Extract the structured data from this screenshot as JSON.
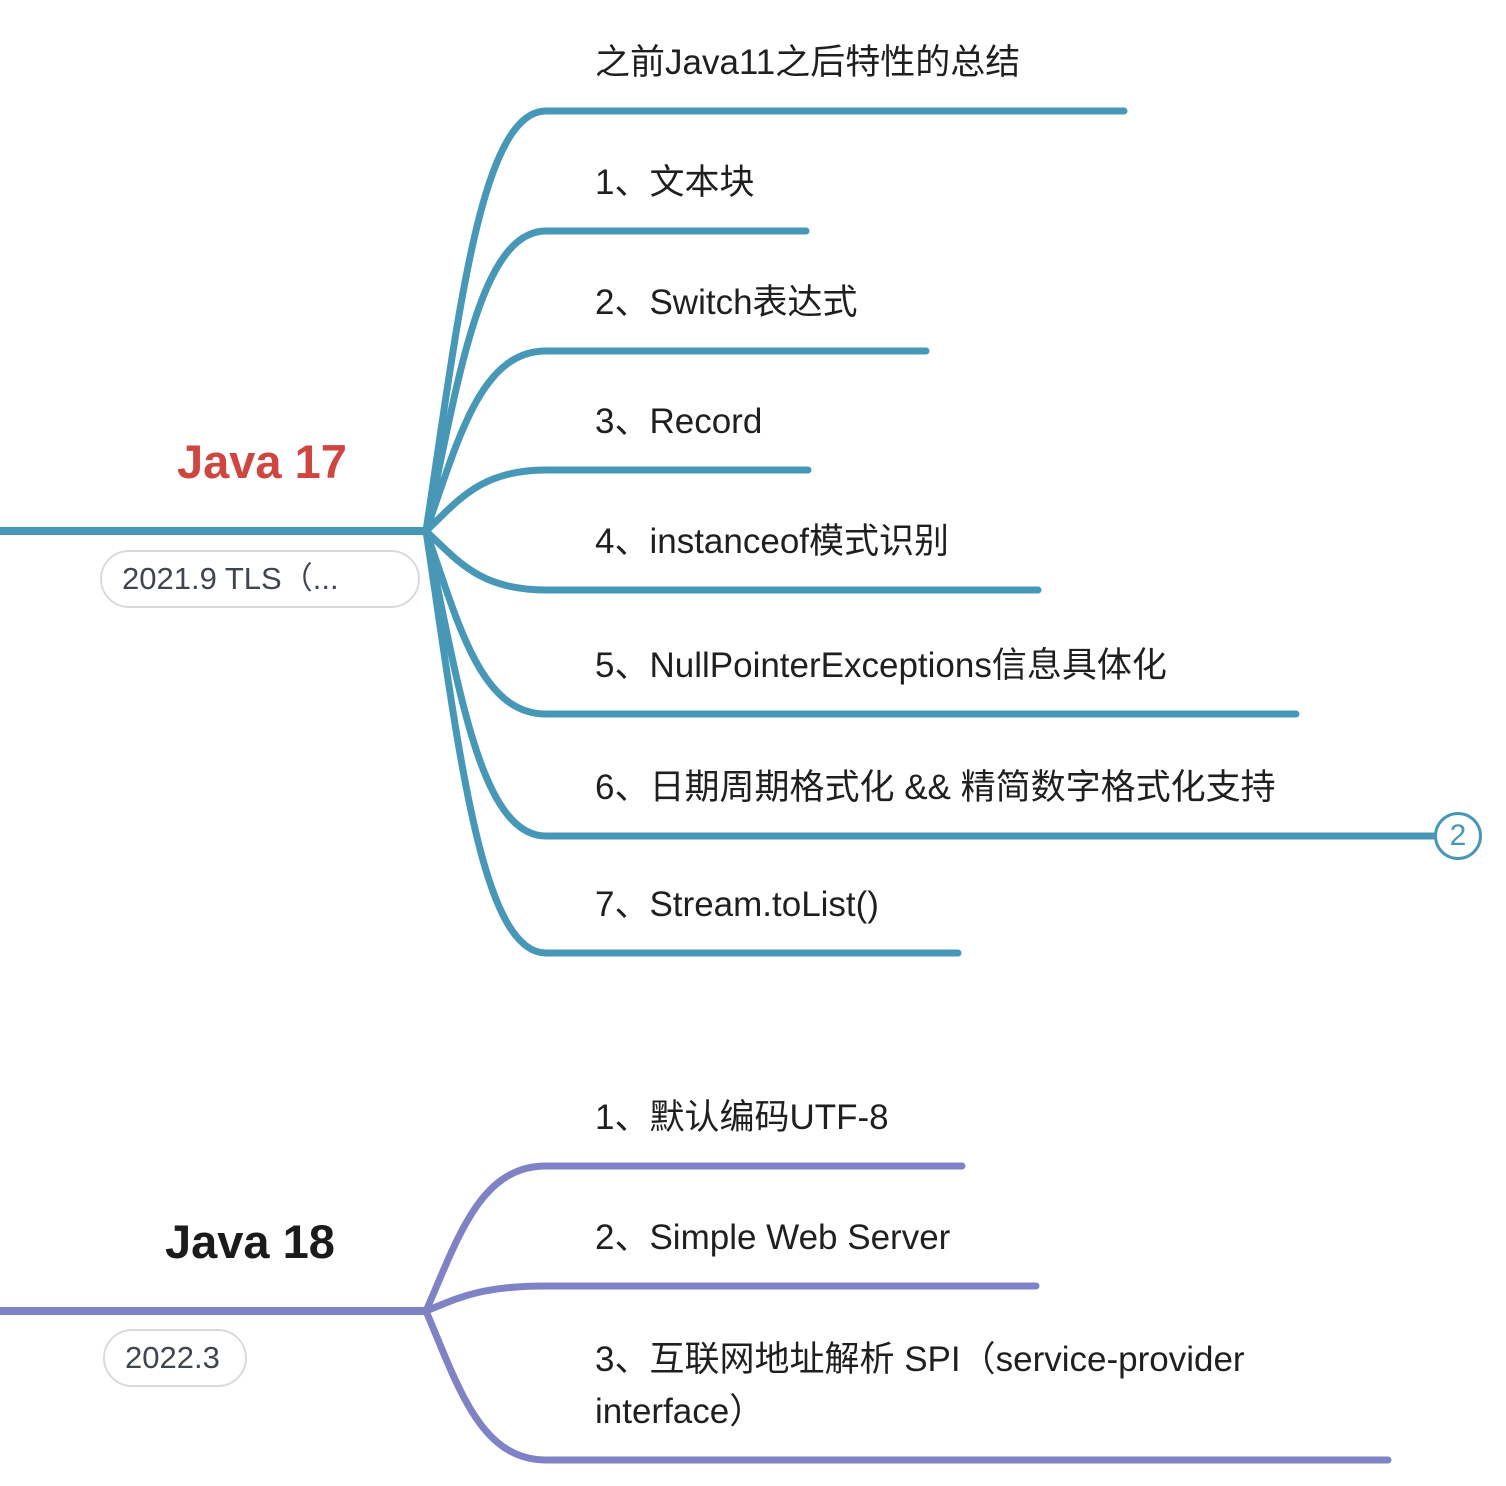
{
  "canvas": {
    "background": "#ffffff"
  },
  "java17": {
    "title": "Java 17",
    "title_color": "#cf453f",
    "branch_color": "#4698b6",
    "label": "2021.9 TLS（...",
    "children": [
      {
        "text": "之前Java11之后特性的总结"
      },
      {
        "text": "1、文本块"
      },
      {
        "text": "2、Switch表达式"
      },
      {
        "text": "3、Record"
      },
      {
        "text": "4、instanceof模式识别"
      },
      {
        "text": "5、NullPointerExceptions信息具体化"
      },
      {
        "text": "6、日期周期格式化 && 精简数字格式化支持",
        "collapsed_count": "2"
      },
      {
        "text": "7、Stream.toList()"
      }
    ]
  },
  "java18": {
    "title": "Java 18",
    "title_color": "#1b1b1b",
    "branch_color": "#7f83c6",
    "label": "2022.3",
    "children": [
      {
        "text": "1、默认编码UTF-8"
      },
      {
        "text": "2、Simple Web Server"
      },
      {
        "text": "3、互联网地址解析 SPI（service-provider\ninterface）"
      }
    ]
  }
}
